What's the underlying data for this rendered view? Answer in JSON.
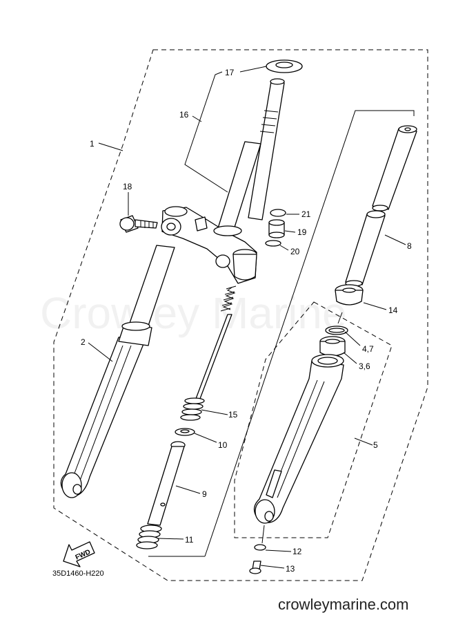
{
  "diagram_code": "35D1460-H220",
  "watermark": "Crowley Marine",
  "website": "crowleymarine.com",
  "fwd_label": "FWD",
  "callouts": {
    "c1": "1",
    "c2": "2",
    "c3_6": "3,6",
    "c4_7": "4,7",
    "c5": "5",
    "c8": "8",
    "c9": "9",
    "c10": "10",
    "c11": "11",
    "c12": "12",
    "c13": "13",
    "c14": "14",
    "c15": "15",
    "c16": "16",
    "c17": "17",
    "c18": "18",
    "c19": "19",
    "c20": "20",
    "c21": "21"
  }
}
